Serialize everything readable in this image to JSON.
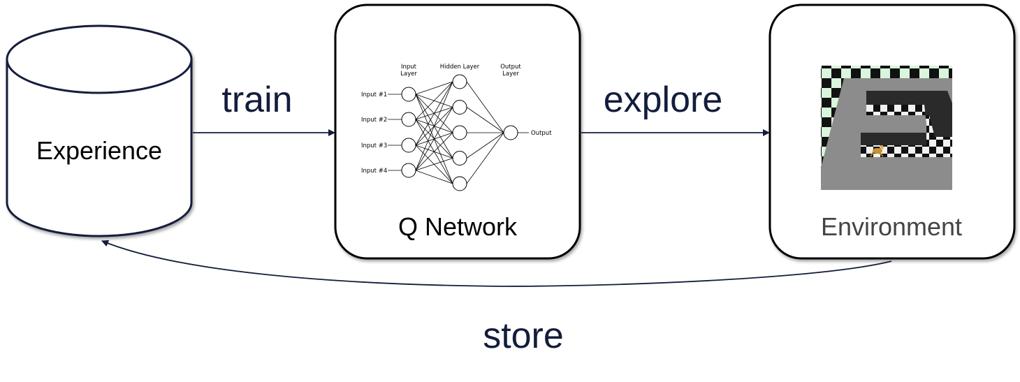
{
  "nodes": {
    "experience": {
      "label": "Experience"
    },
    "q_network": {
      "label": "Q Network",
      "nn": {
        "input_layer_label": [
          "Input",
          "Layer"
        ],
        "hidden_layer_label": "Hidden Layer",
        "output_layer_label": [
          "Output",
          "Layer"
        ],
        "inputs": [
          "Input #1",
          "Input #2",
          "Input #3",
          "Input #4"
        ],
        "output": "Output",
        "hidden_count": 5
      }
    },
    "environment": {
      "label": "Environment"
    }
  },
  "edges": {
    "train": {
      "label": "train",
      "from": "Experience",
      "to": "Q Network"
    },
    "explore": {
      "label": "explore",
      "from": "Q Network",
      "to": "Environment"
    },
    "store": {
      "label": "store",
      "from": "Environment",
      "to": "Experience"
    }
  },
  "colors": {
    "ink": "#131d3b",
    "box_border": "#000000",
    "env_label": "#444444",
    "maze_wall": "#8c8c8c",
    "maze_dark": "#2a2a2a",
    "checker_light": "#d9f5dd",
    "checker_dark": "#111111"
  }
}
